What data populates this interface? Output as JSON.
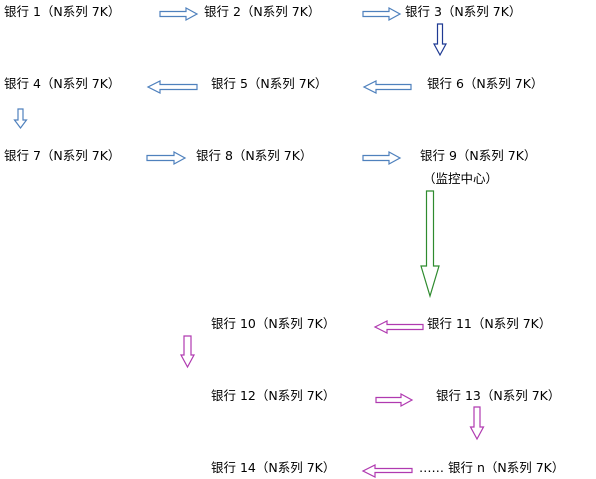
{
  "nodes": {
    "bank1": "银行 1（N系列 7K）",
    "bank2": "银行 2（N系列 7K）",
    "bank3": "银行 3（N系列 7K）",
    "bank4": "银行 4（N系列 7K）",
    "bank5": "银行 5（N系列 7K）",
    "bank6": "银行 6（N系列 7K）",
    "bank7": "银行 7（N系列 7K）",
    "bank8": "银行 8（N系列 7K）",
    "bank9": "银行 9（N系列 7K）",
    "bank9_sub": "（监控中心）",
    "bank10": "银行 10（N系列 7K）",
    "bank11": "银行 11（N系列 7K）",
    "bank12": "银行 12（N系列 7K）",
    "bank13": "银行 13（N系列 7K）",
    "bank14": "银行 14（N系列 7K）",
    "bankn": "…… 银行 n（N系列 7K）"
  },
  "colors": {
    "blue_arrow": "#4f81bd",
    "navy_arrow": "#1f3a93",
    "green_arrow": "#2e8b2e",
    "purple_arrow": "#b03ab0"
  }
}
